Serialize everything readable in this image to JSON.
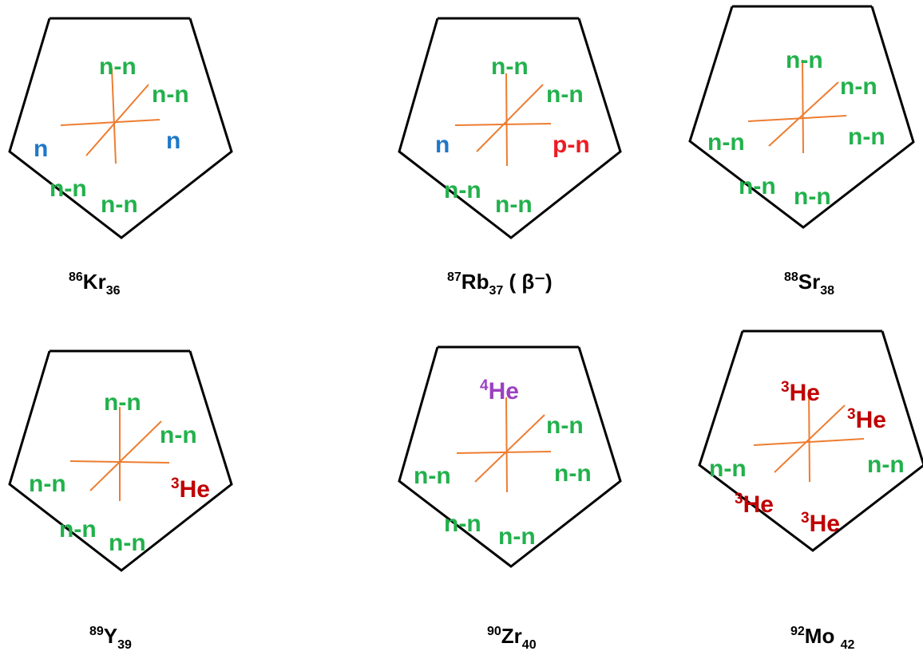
{
  "colors": {
    "n_n": "#22b14c",
    "n": "#1e78c8",
    "p_n": "#ed1c24",
    "he3": "#c00000",
    "he4": "#9b42c0",
    "axes": "#ed7d31",
    "outline": "#000000"
  },
  "panels": [
    {
      "caption": {
        "mass": "86",
        "symbol": "Kr",
        "atomic": "36",
        "suffix": ""
      },
      "labels": [
        {
          "text": "n-n",
          "sup": "",
          "kind": "n_n"
        },
        {
          "text": "n-n",
          "sup": "",
          "kind": "n_n"
        },
        {
          "text": "n",
          "sup": "",
          "kind": "n"
        },
        {
          "text": "n",
          "sup": "",
          "kind": "n"
        },
        {
          "text": "n-n",
          "sup": "",
          "kind": "n_n"
        },
        {
          "text": "n-n",
          "sup": "",
          "kind": "n_n"
        }
      ]
    },
    {
      "caption": {
        "mass": "87",
        "symbol": "Rb",
        "atomic": "37",
        "suffix": " ( β⁻)"
      },
      "labels": [
        {
          "text": "n-n",
          "sup": "",
          "kind": "n_n"
        },
        {
          "text": "n-n",
          "sup": "",
          "kind": "n_n"
        },
        {
          "text": "n",
          "sup": "",
          "kind": "n"
        },
        {
          "text": "p-n",
          "sup": "",
          "kind": "p_n"
        },
        {
          "text": "n-n",
          "sup": "",
          "kind": "n_n"
        },
        {
          "text": "n-n",
          "sup": "",
          "kind": "n_n"
        }
      ]
    },
    {
      "caption": {
        "mass": "88",
        "symbol": "Sr",
        "atomic": "38",
        "suffix": ""
      },
      "labels": [
        {
          "text": "n-n",
          "sup": "",
          "kind": "n_n"
        },
        {
          "text": "n-n",
          "sup": "",
          "kind": "n_n"
        },
        {
          "text": "n-n",
          "sup": "",
          "kind": "n_n"
        },
        {
          "text": "n-n",
          "sup": "",
          "kind": "n_n"
        },
        {
          "text": "n-n",
          "sup": "",
          "kind": "n_n"
        },
        {
          "text": "n-n",
          "sup": "",
          "kind": "n_n"
        }
      ]
    },
    {
      "caption": {
        "mass": "89",
        "symbol": "Y",
        "atomic": "39",
        "suffix": ""
      },
      "labels": [
        {
          "text": "n-n",
          "sup": "",
          "kind": "n_n"
        },
        {
          "text": "n-n",
          "sup": "",
          "kind": "n_n"
        },
        {
          "text": "n-n",
          "sup": "",
          "kind": "n_n"
        },
        {
          "text": "He",
          "sup": "3",
          "kind": "he3"
        },
        {
          "text": "n-n",
          "sup": "",
          "kind": "n_n"
        },
        {
          "text": "n-n",
          "sup": "",
          "kind": "n_n"
        }
      ]
    },
    {
      "caption": {
        "mass": "90",
        "symbol": "Zr",
        "atomic": "40",
        "suffix": ""
      },
      "labels": [
        {
          "text": "He",
          "sup": "4",
          "kind": "he4"
        },
        {
          "text": "n-n",
          "sup": "",
          "kind": "n_n"
        },
        {
          "text": "n-n",
          "sup": "",
          "kind": "n_n"
        },
        {
          "text": "n-n",
          "sup": "",
          "kind": "n_n"
        },
        {
          "text": "n-n",
          "sup": "",
          "kind": "n_n"
        },
        {
          "text": "n-n",
          "sup": "",
          "kind": "n_n"
        }
      ]
    },
    {
      "caption": {
        "mass": "92",
        "symbol": "Mo",
        "atomic": "42",
        "suffix": ""
      },
      "labels": [
        {
          "text": "He",
          "sup": "3",
          "kind": "he3"
        },
        {
          "text": "He",
          "sup": "3",
          "kind": "he3"
        },
        {
          "text": "n-n",
          "sup": "",
          "kind": "n_n"
        },
        {
          "text": "n-n",
          "sup": "",
          "kind": "n_n"
        },
        {
          "text": "He",
          "sup": "3",
          "kind": "he3"
        },
        {
          "text": "He",
          "sup": "3",
          "kind": "he3"
        }
      ]
    }
  ]
}
